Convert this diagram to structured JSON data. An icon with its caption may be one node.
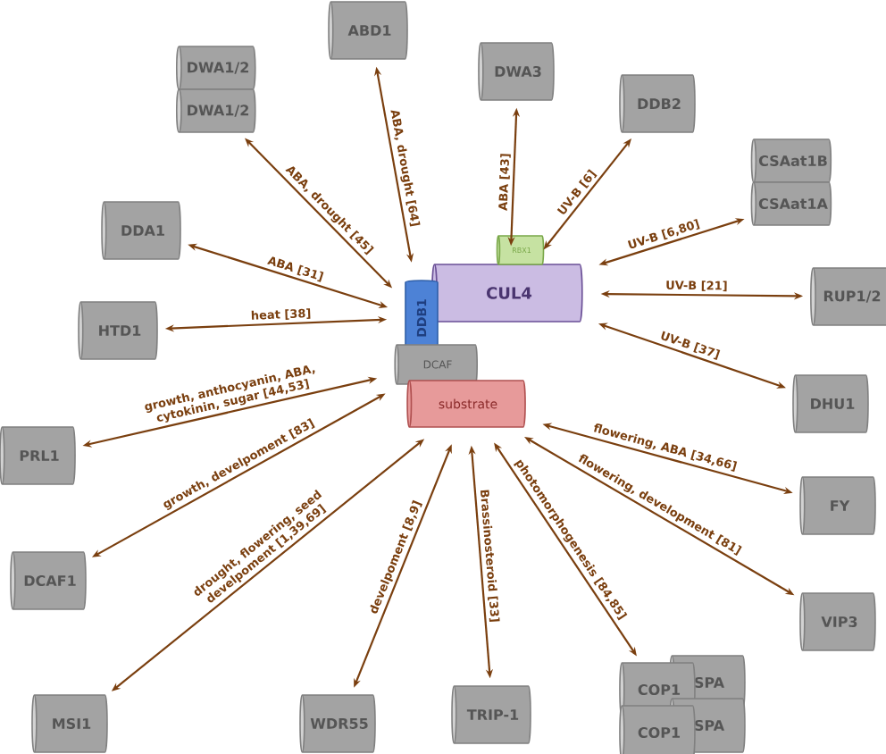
{
  "diagram": {
    "nodes": [
      {
        "text": [
          "ABD1"
        ]
      },
      {
        "text": [
          "DWA1/2"
        ]
      },
      {
        "text": [
          "DWA1/2"
        ]
      },
      {
        "text": [
          "DWA3"
        ]
      },
      {
        "text": [
          "DDB2"
        ]
      },
      {
        "text": [
          "CSAat1B"
        ]
      },
      {
        "text": [
          "CSAat1A"
        ]
      },
      {
        "text": [
          "DDA1"
        ]
      },
      {
        "text": [
          "HTD1"
        ]
      },
      {
        "text": [
          "RUP1/2"
        ]
      },
      {
        "text": [
          "DHU1"
        ]
      },
      {
        "text": [
          "PRL1"
        ]
      },
      {
        "text": [
          "FY"
        ]
      },
      {
        "text": [
          "DCAF1"
        ]
      },
      {
        "text": [
          "VIP3"
        ]
      },
      {
        "text": [
          "MSI1"
        ]
      },
      {
        "text": [
          "WDR55"
        ]
      },
      {
        "text": [
          "TRIP-1"
        ]
      },
      {
        "text": [
          "SPA"
        ]
      },
      {
        "text": [
          "COP1"
        ]
      },
      {
        "text": [
          "SPA"
        ]
      },
      {
        "text": [
          "COP1"
        ]
      },
      {
        "text": [
          "CUL4"
        ]
      },
      {
        "text": [
          "RBX1"
        ]
      },
      {
        "text": [
          "DDB1"
        ]
      },
      {
        "text": [
          "DCAF"
        ]
      },
      {
        "text": [
          "substrate"
        ]
      }
    ],
    "edges": [
      {
        "from": 0,
        "to": 24,
        "arrow": "both",
        "label": "ABA, drought [64]"
      },
      {
        "from": 2,
        "to": 24,
        "arrow": "both",
        "label": "ABA, drought [45]"
      },
      {
        "from": 3,
        "to": 22,
        "arrow": "both",
        "label": "ABA [43]"
      },
      {
        "from": 4,
        "to": 22,
        "arrow": "both",
        "label": "UV-B [6]"
      },
      {
        "from": 6,
        "to": 22,
        "arrow": "both",
        "label": "UV-B [6,80]"
      },
      {
        "from": 7,
        "to": 24,
        "arrow": "both",
        "label": "ABA [31]"
      },
      {
        "from": 8,
        "to": 24,
        "arrow": "both",
        "label": "heat [38]"
      },
      {
        "from": 9,
        "to": 22,
        "arrow": "both",
        "label": "UV-B [21]"
      },
      {
        "from": 10,
        "to": 22,
        "arrow": "both",
        "label": "UV-B [37]"
      },
      {
        "from": 11,
        "to": 25,
        "arrow": "both",
        "label": "growth, anthocyanin, ABA, cytokinin, sugar [44,53]"
      },
      {
        "from": 12,
        "to": 26,
        "arrow": "both",
        "label": "flowering, ABA [34,66]"
      },
      {
        "from": 13,
        "to": 25,
        "arrow": "both",
        "label": "growth, develpoment [83]"
      },
      {
        "from": 14,
        "to": 26,
        "arrow": "both",
        "label": "flowering, development [81]"
      },
      {
        "from": 15,
        "to": 26,
        "arrow": "both",
        "label": "drought, flowering, seed develpoment [1,39,69]"
      },
      {
        "from": 16,
        "to": 26,
        "arrow": "both",
        "label": "develpoment [8,9]"
      },
      {
        "from": 17,
        "to": 26,
        "arrow": "both",
        "label": "Brassinosteroid [33]"
      },
      {
        "from": 19,
        "to": 26,
        "arrow": "both",
        "label": "photomorphogenesis [84,85]"
      }
    ]
  }
}
